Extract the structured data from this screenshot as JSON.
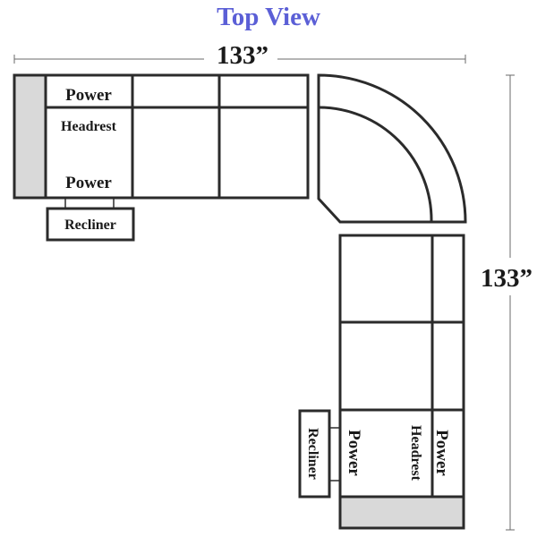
{
  "title": "Top View",
  "dimensions": {
    "width": "133”",
    "depth": "133”"
  },
  "labels": {
    "power": "Power",
    "headrest": "Headrest",
    "recliner": "Recliner"
  },
  "colors": {
    "title": "#5b5fd6",
    "outline": "#2b2b2b",
    "arm_fill": "#d9d9d9",
    "dim_line": "#6a6a6a"
  }
}
